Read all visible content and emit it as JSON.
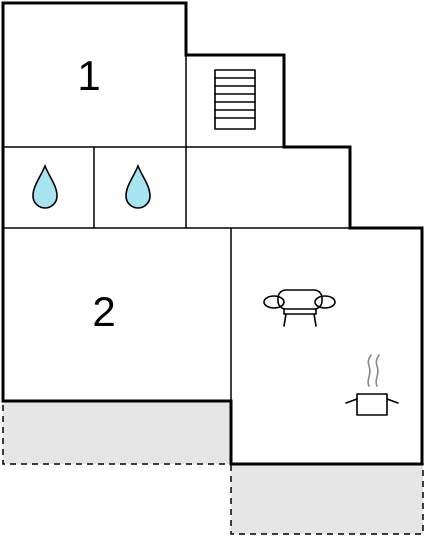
{
  "floorplan": {
    "rooms": [
      {
        "id": "room-1",
        "label": "1"
      },
      {
        "id": "room-2",
        "label": "2"
      }
    ],
    "icons": [
      "stairs-icon",
      "water-drop-icon",
      "water-drop-icon",
      "sofa-icon",
      "cooking-pot-icon"
    ],
    "colors": {
      "wall": "#000000",
      "terrace_fill": "#e6e6e6",
      "water_drop": "#a8e4f0",
      "steam": "#888888"
    }
  }
}
